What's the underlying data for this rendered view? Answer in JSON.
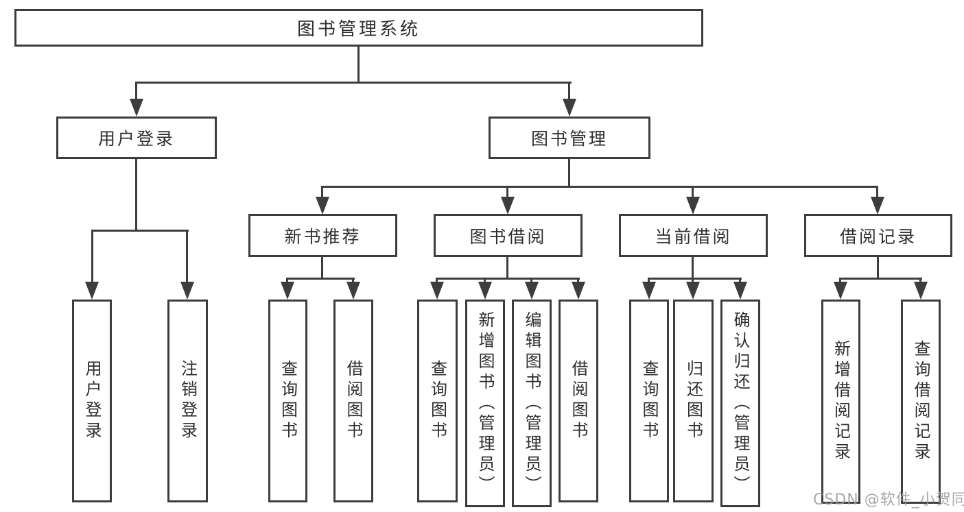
{
  "tree": {
    "root": "图书管理系统",
    "branches": [
      {
        "label": "用户登录",
        "leaves": [
          "用户登录",
          "注销登录"
        ]
      },
      {
        "label": "图书管理",
        "sections": [
          {
            "label": "新书推荐",
            "leaves": [
              "查询图书",
              "借阅图书"
            ]
          },
          {
            "label": "图书借阅",
            "leaves": [
              "查询图书",
              "新增图书（管理员）",
              "编辑图书（管理员）",
              "借阅图书"
            ]
          },
          {
            "label": "当前借阅",
            "leaves": [
              "查询图书",
              "归还图书",
              "确认归还（管理员）"
            ]
          },
          {
            "label": "借阅记录",
            "leaves": [
              "新增借阅记录",
              "查询借阅记录"
            ]
          }
        ]
      }
    ]
  },
  "watermark": "CSDN @软件_小贺同学",
  "colors": {
    "line": "#3d3d3d",
    "text": "#2e2e2e",
    "watermark": "#9a9a9a",
    "background": "#ffffff"
  }
}
